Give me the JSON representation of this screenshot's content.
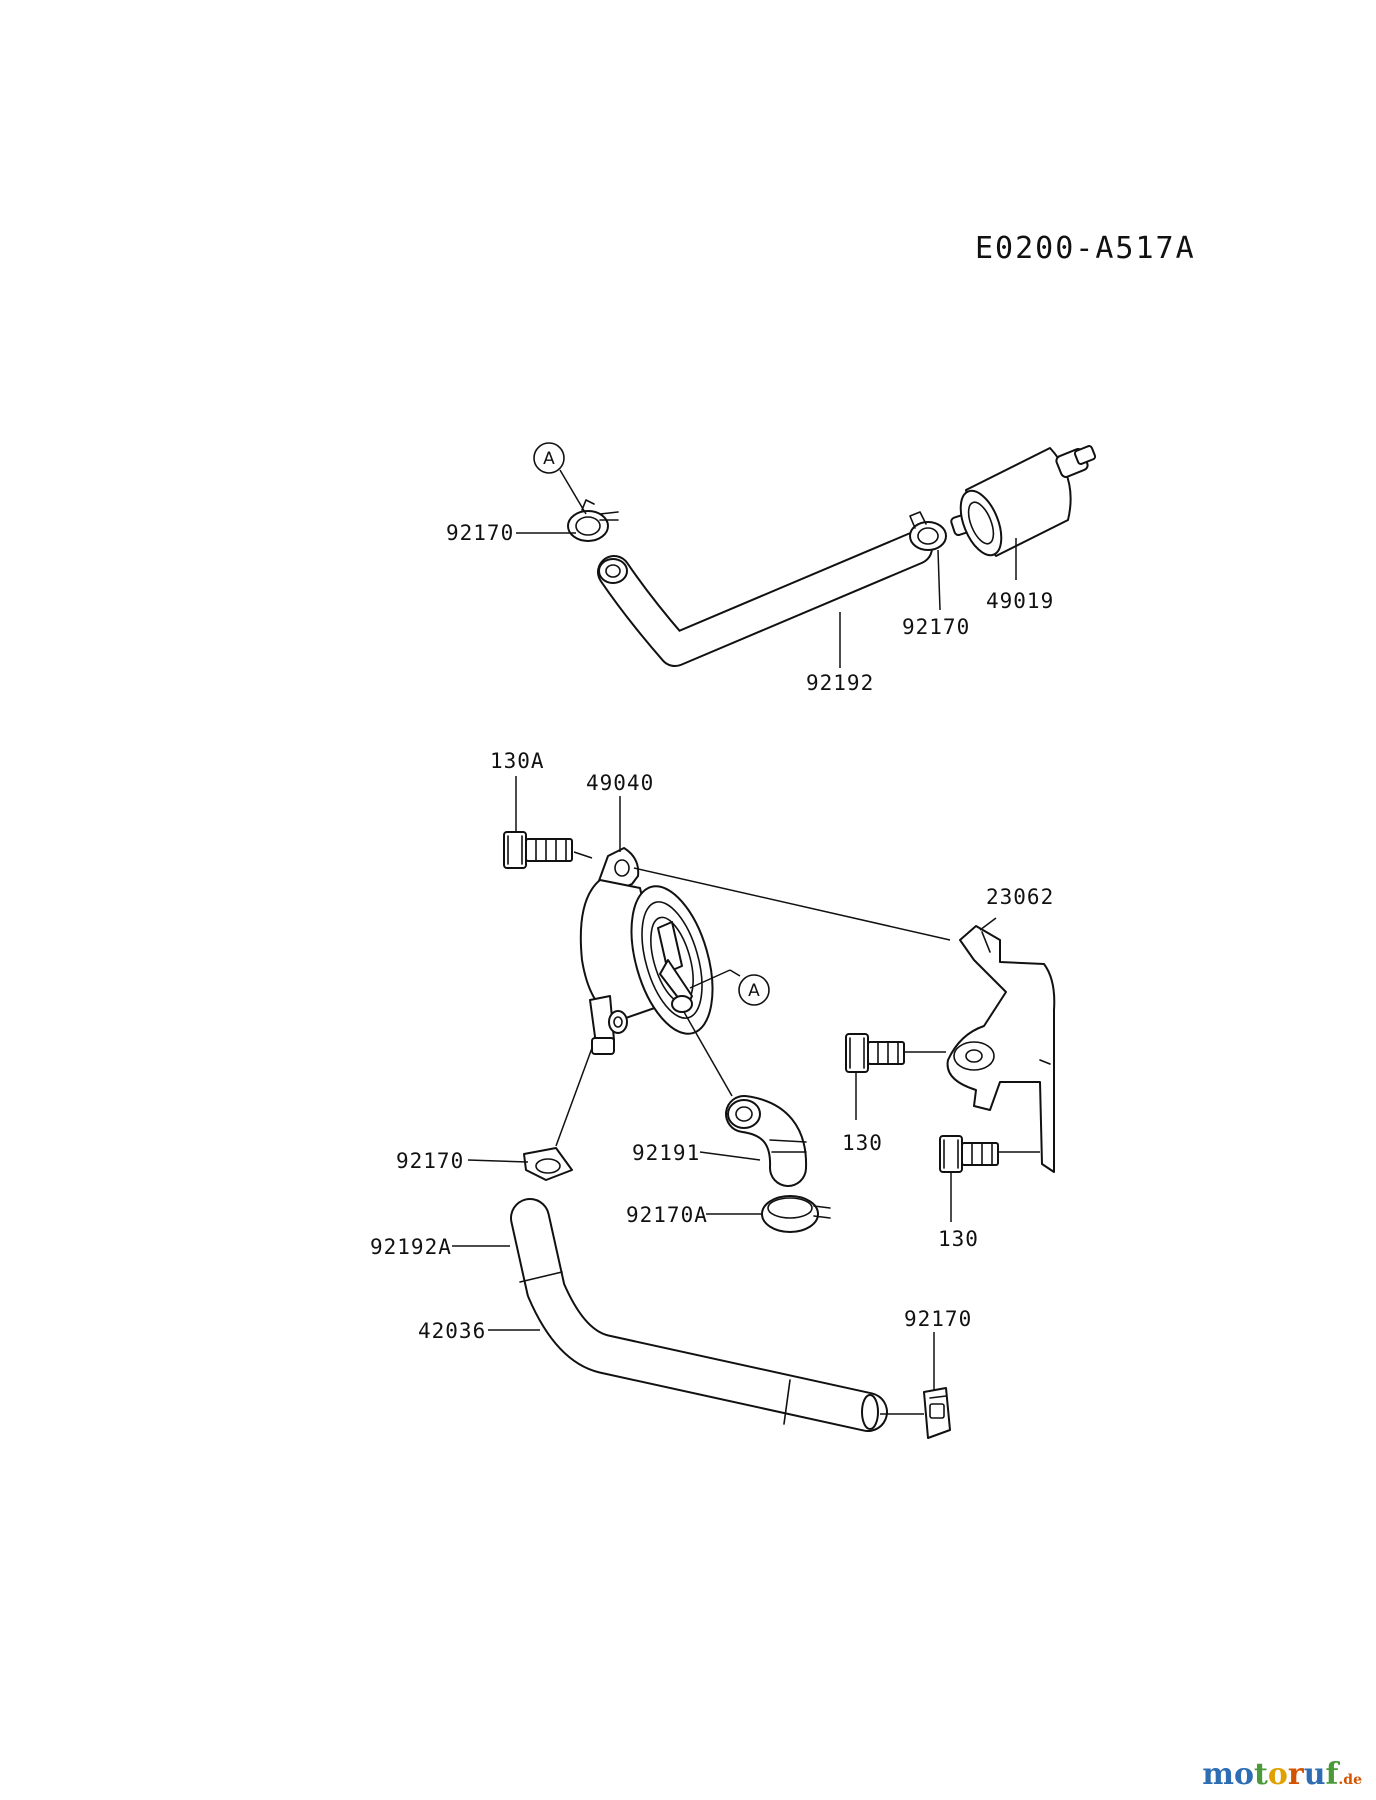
{
  "diagram": {
    "code": "E0200-A517A",
    "ref_marker": "A",
    "labels": {
      "clamp_top_left": "92170",
      "clamp_top_mid": "92170",
      "fuel_filter": "49019",
      "hose_top": "92192",
      "bolt_130A": "130A",
      "fuel_pump": "49040",
      "bracket": "23062",
      "bolt_130_upper": "130",
      "bolt_130_lower": "130",
      "clamp_pump_outlet": "92170",
      "elbow_hose": "92191",
      "clamp_92170A": "92170A",
      "hose_92192A": "92192A",
      "hose_42036": "42036",
      "clamp_bottom_right": "92170"
    }
  },
  "watermark": {
    "text": "motoruf",
    "tld": ".de",
    "colors": [
      "#2e6db4",
      "#2e6db4",
      "#4a9a3a",
      "#e0a100",
      "#d35400",
      "#2e6db4",
      "#4a9a3a"
    ]
  }
}
